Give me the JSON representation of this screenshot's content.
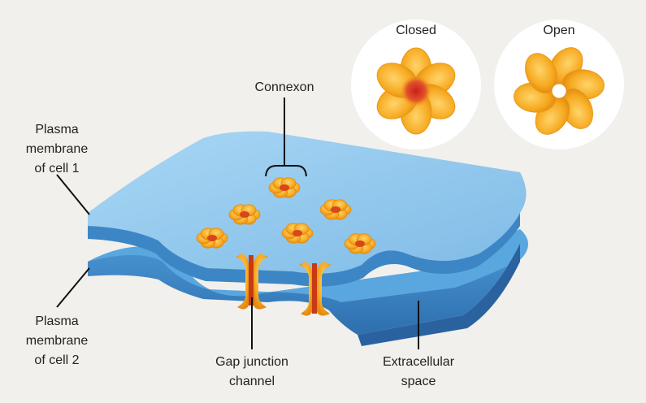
{
  "labels": {
    "connexon": "Connexon",
    "closed": "Closed",
    "open": "Open",
    "membrane_cell1": [
      "Plasma",
      "membrane",
      "of cell 1"
    ],
    "membrane_cell2": [
      "Plasma",
      "membrane",
      "of cell 2"
    ],
    "gap_junction_channel": [
      "Gap junction",
      "channel"
    ],
    "extracellular_space": [
      "Extracellular",
      "space"
    ]
  },
  "colors": {
    "background": "#f1f0ec",
    "membrane_top": "#8ec8ee",
    "membrane_side": "#3d86c6",
    "connexon_orange": "#f6a91f",
    "pore_red": "#d23a1a",
    "inset_circle": "#ffffff"
  }
}
